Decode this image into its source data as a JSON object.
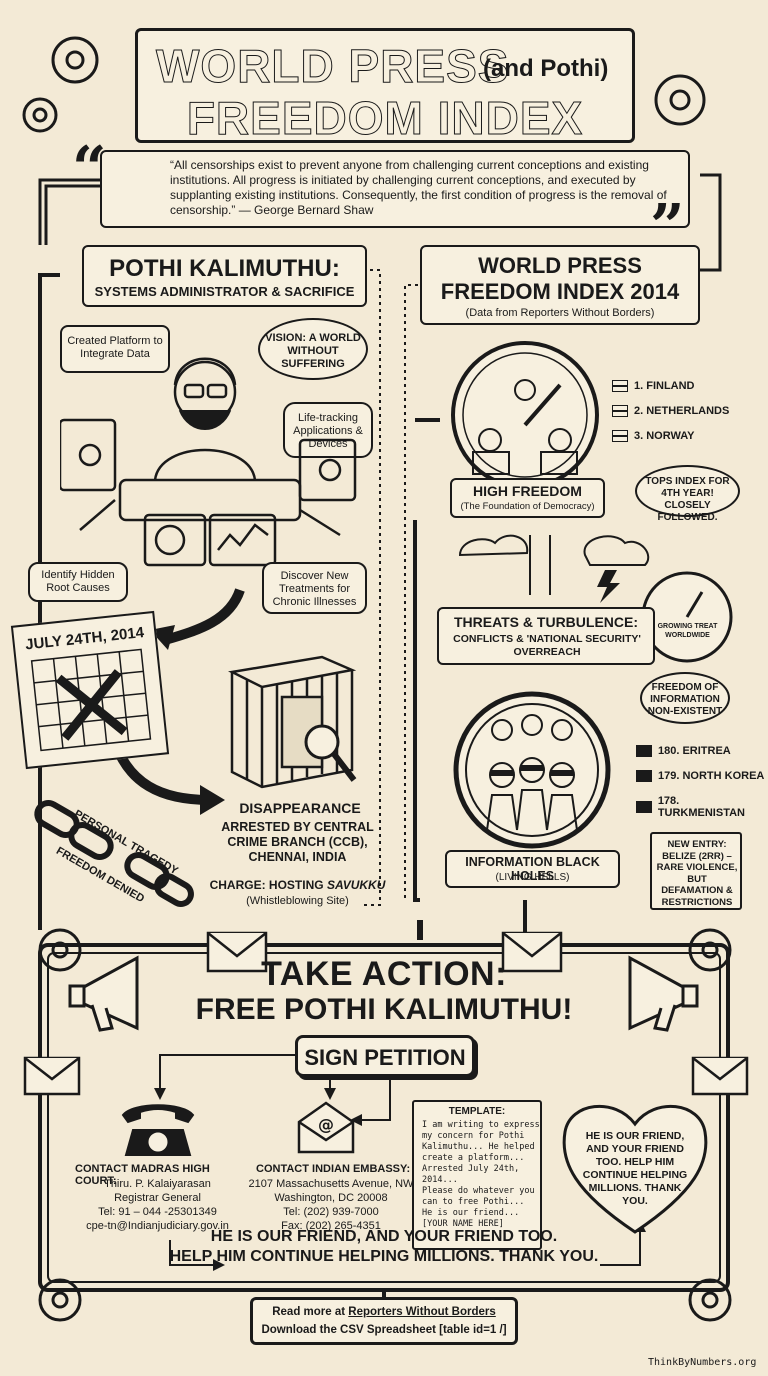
{
  "title": {
    "line1": "WORLD PRESS",
    "line1_suffix": "(and Pothi)",
    "line2": "FREEDOM INDEX"
  },
  "quote": {
    "text": "“All censorships exist to prevent anyone from challenging current conceptions and existing institutions. All progress is initiated by challenging current conceptions, and executed by supplanting existing institutions. Consequently, the first condition of progress is the removal of censorship.” — George Bernard Shaw"
  },
  "pothi": {
    "heading": "POTHI KALIMUTHU:",
    "subheading": "SYSTEMS ADMINISTRATOR & SACRIFICE",
    "bubble_platform": "Created Platform to Integrate Data",
    "bubble_vision": "VISION: A WORLD WITHOUT SUFFERING",
    "bubble_lifetracking": "Life-tracking Applications & Devices",
    "bubble_rootcauses": "Identify Hidden Root Causes",
    "bubble_treatments": "Discover New Treatments for Chronic Illnesses",
    "calendar_date": "JULY 24TH, 2014",
    "chain_text1": "PERSONAL TRAGEDY",
    "chain_text2": "FREEDOM DENIED",
    "disappearance_heading": "DISAPPEARANCE",
    "arrest_text": "ARRESTED BY CENTRAL CRIME BRANCH (CCB), CHENNAI, INDIA",
    "charge_label": "CHARGE: HOSTING",
    "charge_site": "SAVUKKU",
    "charge_note": "(Whistleblowing Site)"
  },
  "index": {
    "heading_line1": "WORLD PRESS",
    "heading_line2": "FREEDOM INDEX 2014",
    "source": "(Data from Reporters Without Borders)",
    "top": [
      "1. FINLAND",
      "2. NETHERLANDS",
      "3. NORWAY"
    ],
    "top_note": "TOPS INDEX FOR 4TH YEAR! CLOSELY FOLLOWED.",
    "high_label": "HIGH FREEDOM",
    "high_sub": "(The Foundation of Democracy)",
    "threats_label": "THREATS & TURBULENCE:",
    "threats_sub": "CONFLICTS & 'NATIONAL SECURITY' OVERREACH",
    "gauge_label": "GROWING TREAT WORLDWIDE",
    "foi_note": "FREEDOM OF INFORMATION NON-EXISTENT",
    "bottom": [
      "180. ERITREA",
      "179. NORTH KOREA",
      "178. TURKMENISTAN"
    ],
    "blackholes_label": "INFORMATION BLACK HOLES",
    "blackholes_sub": "(LIVING HELLS)",
    "new_entry": "NEW ENTRY: BELIZE (2RR) – RARE VIOLENCE, BUT DEFAMATION & RESTRICTIONS"
  },
  "action": {
    "heading_line1": "TAKE ACTION:",
    "heading_line2": "FREE POTHI KALIMUTHU!",
    "sign_petition": "SIGN PETITION",
    "court_title": "CONTACT MADRAS HIGH COURT:",
    "court_lines": [
      "Thiru. P. Kalaiyarasan",
      "Registrar General",
      "Tel: 91 – 044 -25301349",
      "cpe-tn@Indianjudiciary.gov.in"
    ],
    "embassy_title": "CONTACT INDIAN EMBASSY:",
    "embassy_lines": [
      "2107 Massachusetts Avenue, NW",
      "Washington, DC 20008",
      "Tel: (202) 939-7000",
      "Fax: (202) 265-4351"
    ],
    "template_title": "TEMPLATE:",
    "template_lines": [
      "I am writing to express",
      "my concern for Pothi",
      "Kalimuthu... He helped",
      "create a platform...",
      "Arrested July 24th, 2014...",
      "Please do whatever you",
      "can to free Pothi...",
      "He is our friend...",
      "[YOUR NAME HERE]"
    ],
    "heart_text": "HE IS OUR FRIEND, AND YOUR FRIEND TOO. HELP HIM CONTINUE HELPING MILLIONS. THANK YOU.",
    "closing_line1": "HE IS OUR FRIEND, AND YOUR FRIEND TOO.",
    "closing_line2": "HELP HIM CONTINUE HELPING MILLIONS. THANK YOU."
  },
  "footer": {
    "read_more_prefix": "Read more at",
    "read_more_link": "Reporters Without Borders",
    "download_text": "Download the CSV Spreadsheet [table id=1 /]",
    "credit": "ThinkByNumbers.org"
  },
  "colors": {
    "ink": "#1a1a1a",
    "paper": "#f3ead6"
  }
}
